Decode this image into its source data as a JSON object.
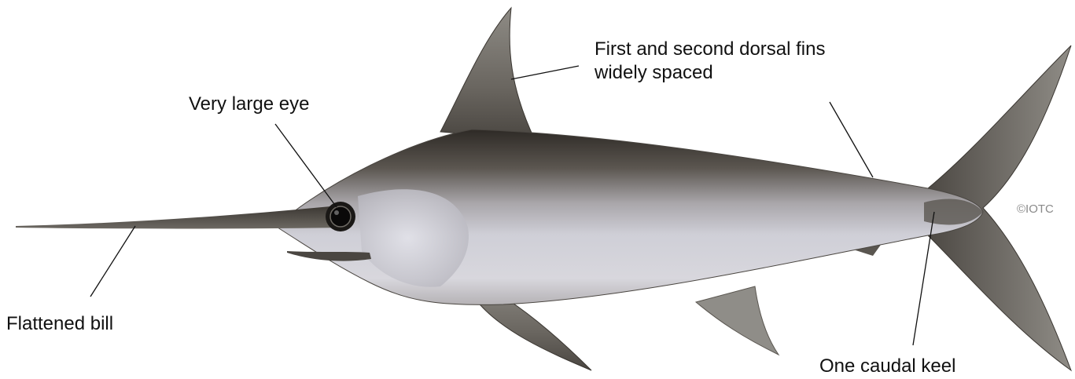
{
  "labels": {
    "eye": "Very large eye",
    "dorsal_line1": "First and second dorsal fins",
    "dorsal_line2": "widely spaced",
    "bill": "Flattened bill",
    "keel": "One caudal keel"
  },
  "credit": "©IOTC",
  "colors": {
    "back": "#3e3a35",
    "belly": "#cfd0d8",
    "fin": "#5a5650",
    "fin_light": "#9c9a94",
    "leader_line": "#111111"
  }
}
